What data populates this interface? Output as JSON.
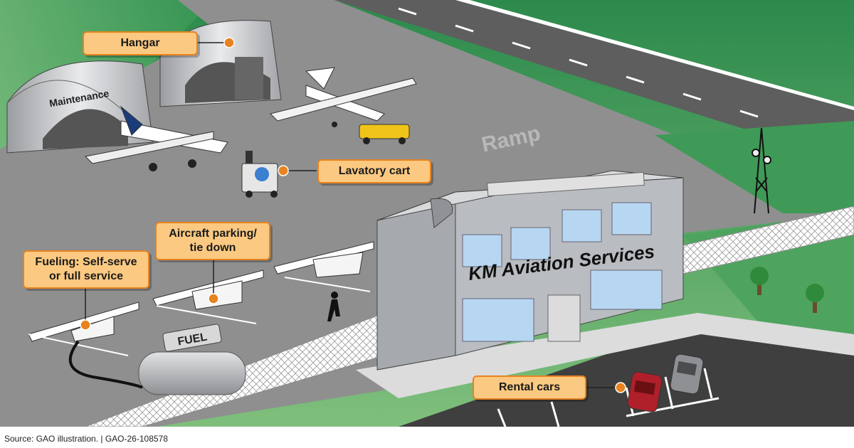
{
  "labels": {
    "hangar": "Hangar",
    "maintenance": "Maintenance",
    "ramp": "Ramp",
    "lavatory_cart": "Lavatory cart",
    "aircraft_parking_line1": "Aircraft parking/",
    "aircraft_parking_line2": "tie down",
    "fueling_line1": "Fueling: Self-serve",
    "fueling_line2": "or full service",
    "fuel_sign": "FUEL",
    "building_sign": "KM Aviation Services",
    "rental_cars": "Rental cars"
  },
  "footer": {
    "source": "Source: GAO illustration.  |  GAO-26-108578"
  },
  "colors": {
    "grass": "#3f9a57",
    "tarmac": "#8f8f8f",
    "runway": "#5e5e5e",
    "callout_fill": "#fbc981",
    "callout_border": "#e8831f",
    "leader_dot": "#e8831f",
    "building": "#b9bcc0",
    "window": "#b7d6f2"
  }
}
